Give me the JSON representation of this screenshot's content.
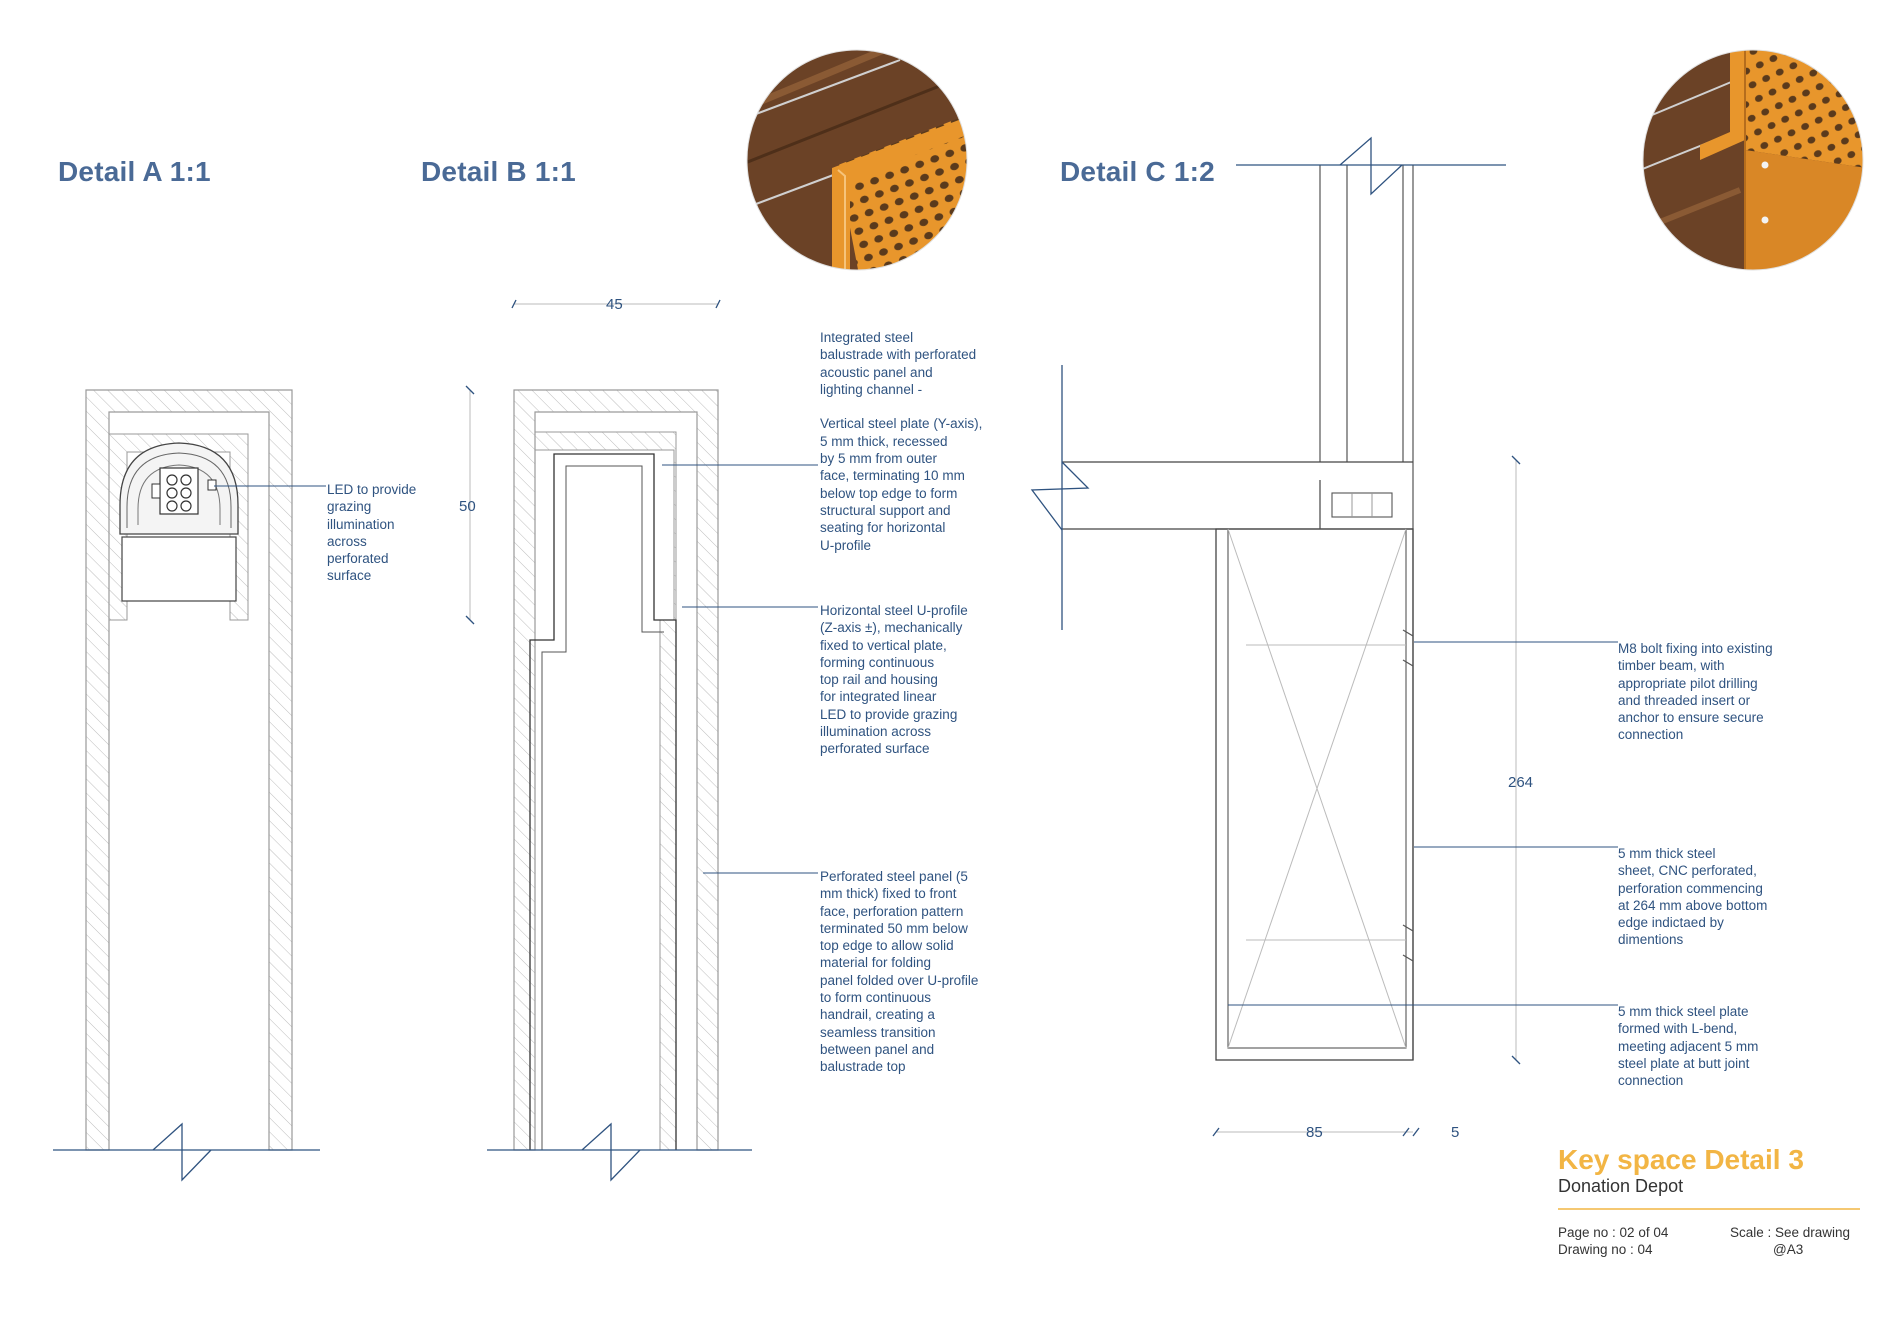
{
  "details": {
    "a": {
      "title": "Detail A 1:1"
    },
    "b": {
      "title": "Detail B 1:1"
    },
    "c": {
      "title": "Detail C 1:2"
    }
  },
  "notes": {
    "a_led": "LED to provide\ngrazing\nillumination\nacross\nperforated\nsurface",
    "b_integrated": "Integrated steel\nbalustrade with perforated\nacoustic panel and\nlighting channel -\n\nVertical steel plate (Y-axis),\n5 mm thick, recessed\nby 5 mm from outer\nface, terminating 10 mm\nbelow top edge to form\nstructural support and\nseating for horizontal\nU-profile",
    "b_uprofile": "Horizontal steel U-profile\n(Z-axis ±), mechanically\nfixed to vertical plate,\nforming continuous\ntop rail and housing\nfor integrated linear\nLED to provide grazing\nillumination across\nperforated surface",
    "b_perforated": "Perforated steel panel (5\nmm thick) fixed to front\nface, perforation pattern\nterminated 50 mm below\ntop edge to allow solid\nmaterial for folding\npanel folded over U-profile\nto form continuous\nhandrail, creating a\nseamless transition\nbetween panel and\nbalustrade top",
    "c_bolt": "M8 bolt fixing into existing\ntimber beam, with\nappropriate pilot drilling\nand threaded insert or\nanchor to ensure secure\nconnection",
    "c_sheet": "5 mm thick steel\nsheet, CNC perforated,\nperforation commencing\nat 264 mm above bottom\nedge indictaed by\ndimentions",
    "c_plate": "5 mm thick steel plate\nformed with L-bend,\nmeeting adjacent 5 mm\nsteel plate at butt joint\nconnection"
  },
  "dimensions": {
    "b_width": "45",
    "b_height": "50",
    "c_height": "264",
    "c_width": "85",
    "c_thickness": "5"
  },
  "title_block": {
    "title": "Key space Detail 3",
    "subtitle": "Donation Depot",
    "page_no": "Page no : 02 of 04",
    "drawing_no": "Drawing no : 04",
    "scale": "Scale : See drawing",
    "paper": "@A3"
  },
  "colors": {
    "line": "#2f5380",
    "hatch": "#b8b8b8",
    "accent": "#f2b544",
    "steel_orange": "#e8962c",
    "timber": "#6b4226"
  }
}
